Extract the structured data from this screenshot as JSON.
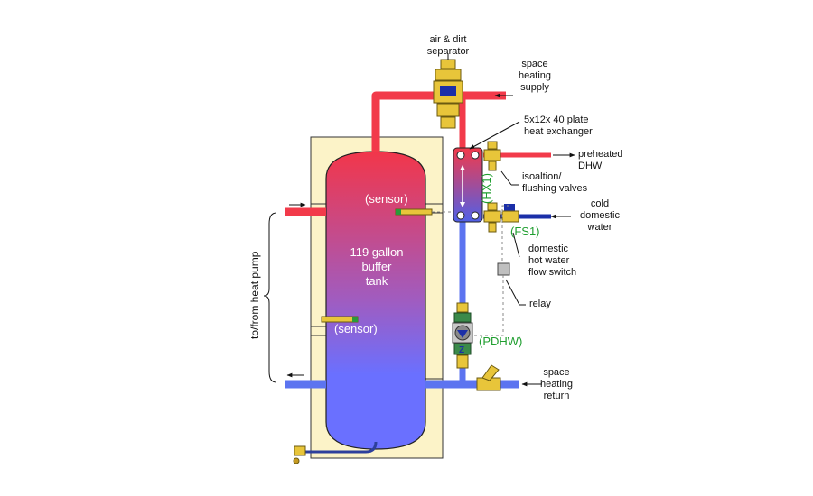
{
  "labels": {
    "air_dirt_separator": "air & dirt\nseparator",
    "space_heating_supply": "space\nheating\nsupply",
    "plate_hx": "5x12x 40 plate\nheat exchanger",
    "preheated_dhw": "preheated\nDHW",
    "isolation_valves": "isoaltion/\nflushing valves",
    "cold_domestic_water": "cold\ndomestic\nwater",
    "fs1_tag": "(FS1)",
    "flow_switch": "domestic\nhot water\nflow switch",
    "relay": "relay",
    "pdhw_tag": "(PDHW)",
    "space_heating_return": "space\nheating\nreturn",
    "hx1_tag": "(HX1)",
    "sensor_top": "(sensor)",
    "sensor_bottom": "(sensor)",
    "tank": "119 gallon\nbuffer\ntank",
    "heat_pump": "to/from heat pump"
  },
  "colors": {
    "hot": "#f23a4a",
    "cold": "#5c74f0",
    "tank_top": "#f2364a",
    "tank_bottom": "#6a70ff",
    "insulation": "#fcf3c8",
    "brass": "#e8c53a",
    "dark_blue": "#1b2fa8"
  }
}
